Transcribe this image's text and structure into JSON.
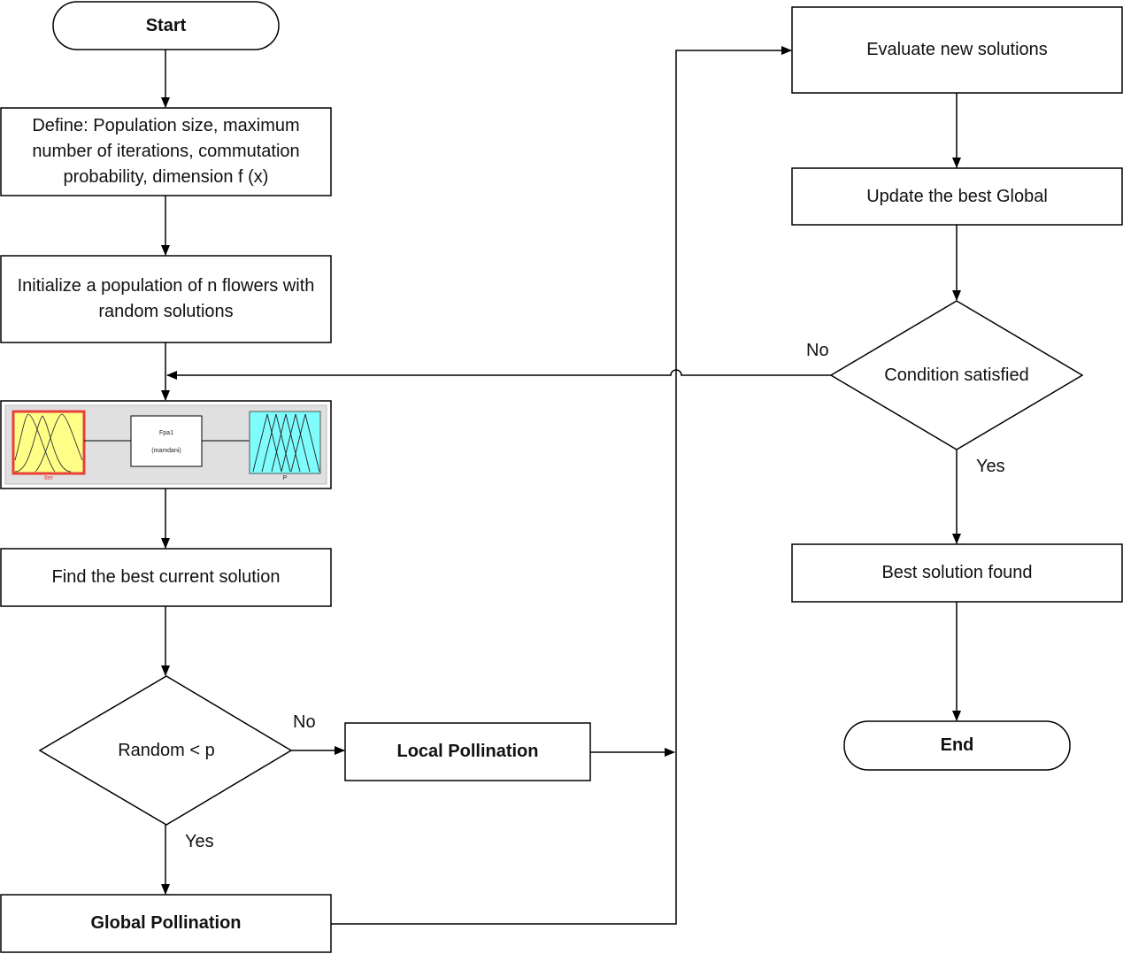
{
  "nodes": {
    "start": "Start",
    "define": "Define: Population size, maximum number of iterations, commutation probability, dimension f (x)",
    "initialize": "Initialize a population of n flowers with random solutions",
    "find_best": "Find the best current solution",
    "decision_random": "Random < p",
    "local_pollination": "Local Pollination",
    "global_pollination": "Global Pollination",
    "evaluate": "Evaluate new solutions",
    "update_best": "Update the best Global",
    "condition": "Condition satisfied",
    "best_found": "Best solution found",
    "end": "End"
  },
  "edge_labels": {
    "random_no": "No",
    "random_yes": "Yes",
    "condition_no": "No",
    "condition_yes": "Yes"
  },
  "fis_block": {
    "input_label": "Iter",
    "system_name": "Fpa1",
    "system_type": "(mamdani)",
    "output_label": "P",
    "colors": {
      "panel_bg": "#e0e0e0",
      "input_fill": "#ffff88",
      "input_border": "#e8403a",
      "output_fill": "#7ffcfc"
    }
  }
}
